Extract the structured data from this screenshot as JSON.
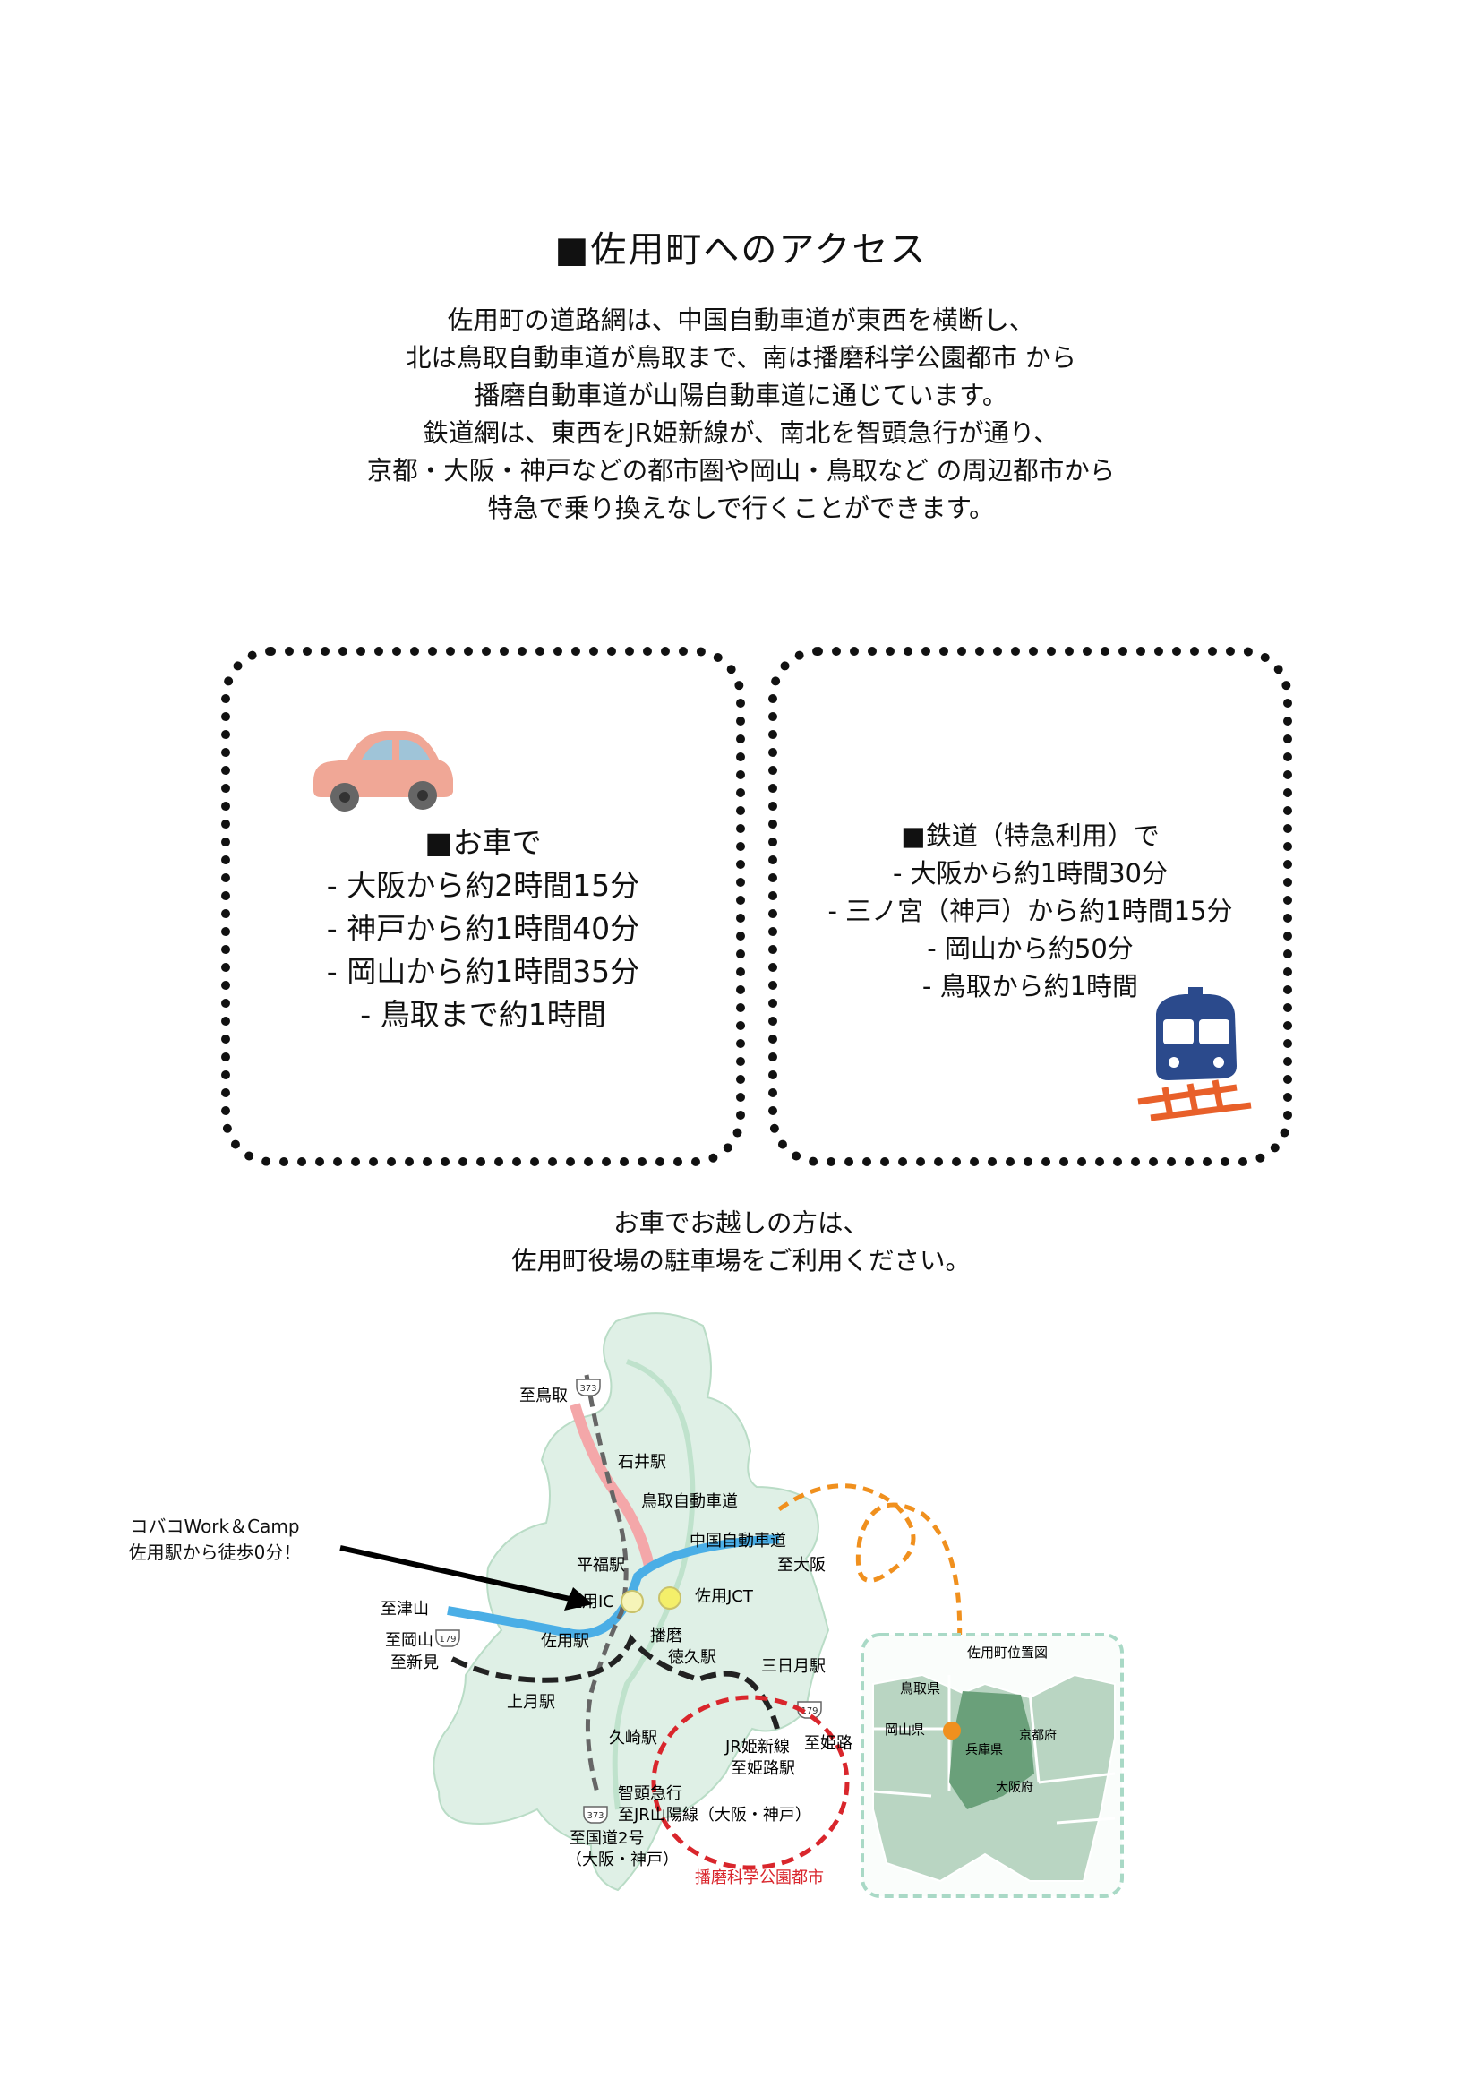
{
  "title": "■佐用町へのアクセス",
  "intro": [
    "佐用町の道路網は、中国自動車道が東西を横断し、",
    "北は鳥取自動車道が鳥取まで、南は播磨科学公園都市 から",
    "播磨自動車道が山陽自動車道に通じています。",
    "鉄道網は、東西をJR姫新線が、南北を智頭急行が通り、",
    "京都・大阪・神戸などの都市圏や岡山・鳥取など の周辺都市から",
    "特急で乗り換えなしで行くことができます。"
  ],
  "car": {
    "heading": "■お車で",
    "lines": [
      "- 大阪から約2時間15分",
      "- 神戸から約1時間40分",
      "- 岡山から約1時間35分",
      "- 鳥取まで約1時間"
    ],
    "icon": "car-icon",
    "color": "#f0a796"
  },
  "train": {
    "heading": "■鉄道（特急利用）で",
    "lines": [
      "- 大阪から約1時間30分",
      "- 三ノ宮（神戸）から約1時間15分",
      "- 岡山から約50分",
      "- 鳥取から約1時間"
    ],
    "icon": "train-icon",
    "color": "#2b4a8c",
    "rail_color": "#e8602a"
  },
  "parking": [
    "お車でお越しの方は、",
    "佐用町役場の駐車場をご利用ください。"
  ],
  "callout": [
    "コバコWork＆Camp",
    "佐用駅から徒歩0分！"
  ],
  "map": {
    "labels": {
      "to_tottori": "至鳥取",
      "route373_top": "373",
      "ishii": "石井駅",
      "tottori_exp": "鳥取自動車道",
      "chugoku_exp": "中国自動車道",
      "to_osaka": "至大阪",
      "hirafuku": "平福駅",
      "sayo_ic": "佐用IC",
      "sayo_jct": "佐用JCT",
      "to_tsuyama": "至津山",
      "to_okayama": "至岡山",
      "route179_left": "179",
      "to_niimi": "至新見",
      "sayo_st": "佐用駅",
      "harima": "播磨",
      "tokukyu": "徳久駅",
      "mikazuki": "三日月駅",
      "kozuki": "上月駅",
      "kuzaki": "久崎駅",
      "route179_right": "179",
      "to_himeji_road": "至姫路",
      "jr_kishin": "JR姫新線",
      "to_himeji_st": "至姫路駅",
      "chizu": "智頭急行",
      "to_sanyo": "至JR山陽線（大阪・神戸）",
      "route373_bottom": "373",
      "to_kokudo": "至国道2号",
      "osaka_kobe": "（大阪・神戸）",
      "harima_science": "播磨科学公園都市"
    },
    "inset": {
      "title": "佐用町位置図",
      "tottori": "鳥取県",
      "okayama": "岡山県",
      "hyogo": "兵庫県",
      "kyoto": "京都府",
      "osaka": "大阪府"
    }
  }
}
